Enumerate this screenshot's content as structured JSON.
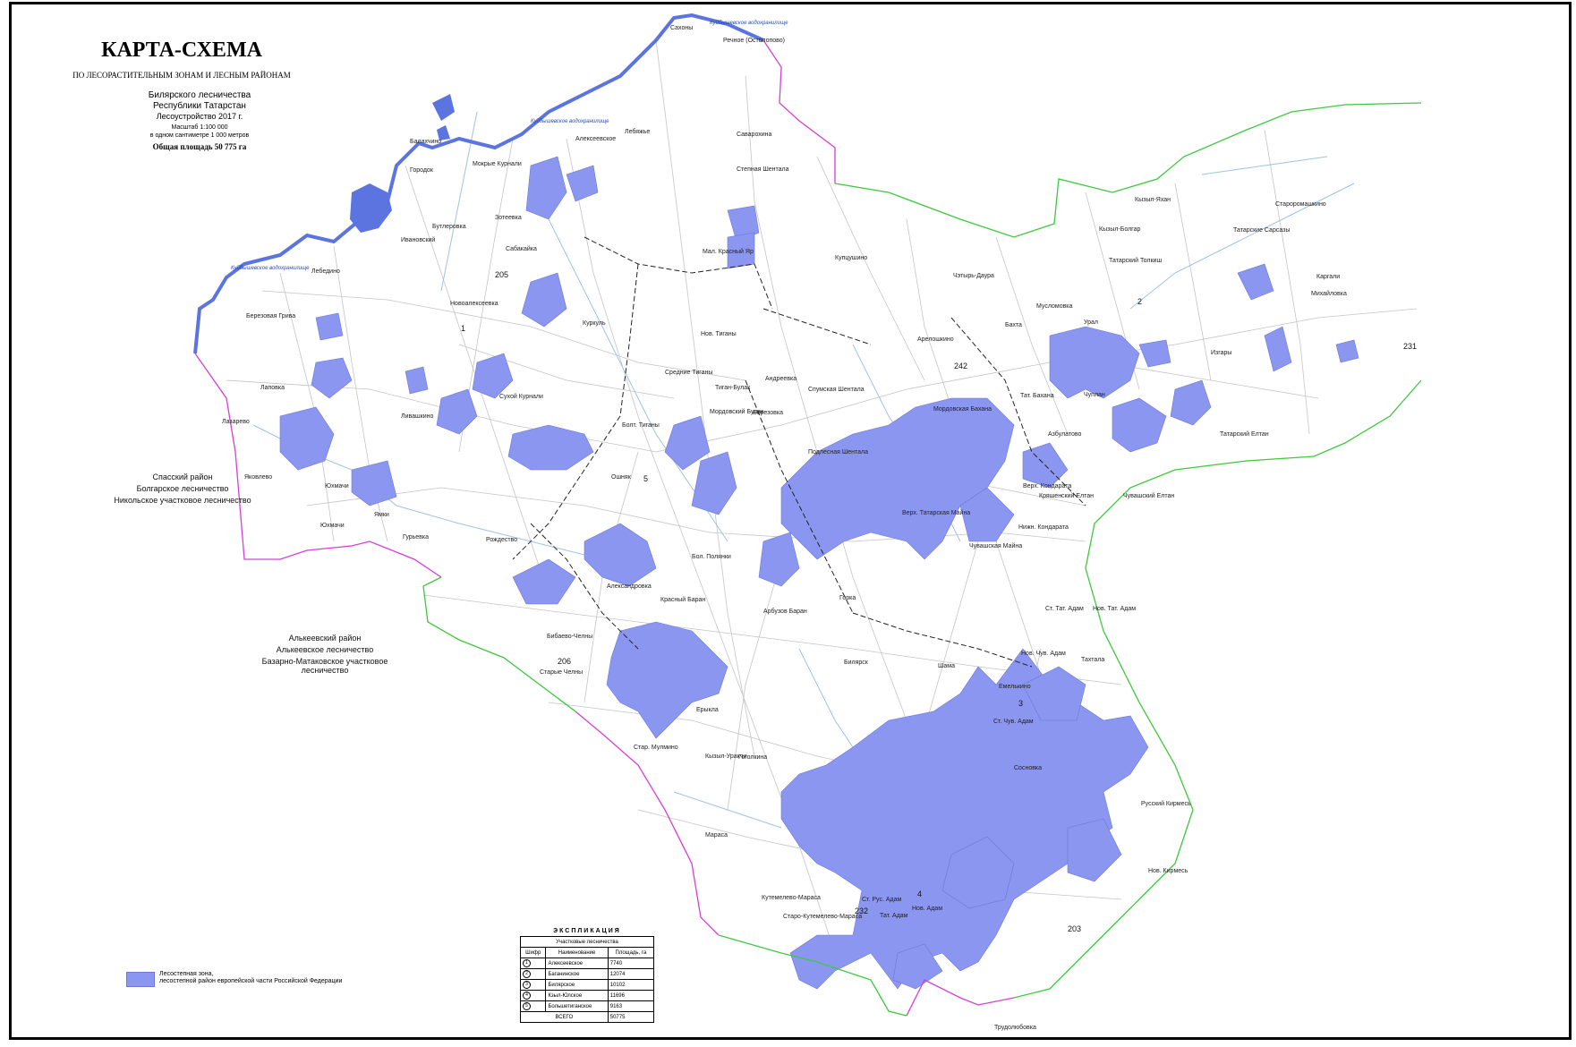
{
  "header": {
    "title": "КАРТА-СХЕМА",
    "subtitle": "ПО ЛЕСОРАСТИТЕЛЬНЫМ ЗОНАМ И ЛЕСНЫМ РАЙОНАМ",
    "forestry_line1": "Билярского лесничества",
    "forestry_line2": "Республики Татарстан",
    "survey": "Лесоустройство 2017 г.",
    "scale": "Масштаб 1:100 000",
    "scale_note": "в одном сантиметре 1 000 метров",
    "total_area": "Общая площадь 50 775 га"
  },
  "neighbors": {
    "spassky": {
      "line1": "Спасский район",
      "line2": "Болгарское лесничество",
      "line3": "Никольское участковое лесничество"
    },
    "alkeevsky": {
      "line1": "Алькеевский район",
      "line2": "Алькеевское лесничество",
      "line3": "Базарно-Матаковское участковое лесничество"
    }
  },
  "water_labels": [
    "Куйбышевское водохранилище",
    "Куйбышевское водохранилище",
    "Куйбышевское водохранилище"
  ],
  "places": [
    "Сахоны",
    "Речное (Остолопово)",
    "Лебяжье",
    "Алексеевское",
    "Саварохина",
    "Мокрые Курнали",
    "Балахчино",
    "Городок",
    "Степная Шентала",
    "Зотеевка",
    "Бутлеровка",
    "Сабакайка",
    "Ивановский",
    "Мал. Красный Яр",
    "Лебедино",
    "Купцушино",
    "Березовая Грива",
    "Новоалексеевка",
    "Куркуль",
    "Кызыл-Яхан",
    "Староромашкино",
    "Кызыл-Болгар",
    "Татарские Сарсазы",
    "Татарский Толкиш",
    "Каргали",
    "Михайловка",
    "Чэтырь-Даура",
    "Мусломовка",
    "Урал",
    "Бахта",
    "Арелошкино",
    "Нов. Тиганы",
    "Средние Тиганы",
    "Тиган-Булак",
    "Андреевка",
    "Сухой Курнали",
    "Лаповка",
    "Ливашкино",
    "Мордовский Булак",
    "Березовка",
    "Спумская Шентала",
    "Мордовская Бахана",
    "Тат. Бахана",
    "Изгары",
    "Чуплан",
    "Азбулатово",
    "Татарский Елтан",
    "Лазарево",
    "Болт. Тиганы",
    "Подлесная Шентала",
    "Яковлево",
    "Ошняк",
    "Верх. Кондарата",
    "Кряшенский Елтан",
    "Чувашский Елтан",
    "Юхмачи",
    "Ямки",
    "Юхмачи",
    "Верх. Татарская Майна",
    "Нижн. Кондарата",
    "Гурьевка",
    "Рождество",
    "Чувашская Майна",
    "Бол. Полянки",
    "Александровка",
    "Красный Баран",
    "Арбузов Баран",
    "Горка",
    "Ст. Тат. Адам",
    "Нов. Тат. Адам",
    "Бибаево-Челны",
    "Билярск",
    "Шама",
    "Нов. Чув. Адам",
    "Тахтала",
    "Старые Челны",
    "Емелькино",
    "Ерыкла",
    "Ст. Чув. Адам",
    "Стар. Мулмино",
    "Кызыл-Уракчи",
    "Гоголкина",
    "Сосновка",
    "Русский Кирмесь",
    "Мараса",
    "Нов. Кирмесь",
    "Кутемелево-Мараса",
    "Ст. Рус. Адам",
    "Тат. Адам",
    "Нов. Адам",
    "Старо-Кутемелево-Мараса",
    "Трудолюбовка"
  ],
  "quarters": [
    "1",
    "2",
    "3",
    "4",
    "5",
    "205",
    "206",
    "231",
    "232",
    "242",
    "203"
  ],
  "explication": {
    "caption": "ЭКСПЛИКАЦИЯ",
    "header": "Участковые лесничества",
    "col_num": "Шифр",
    "col_name": "Наименование",
    "col_area": "Площадь, га",
    "rows": [
      {
        "num": "1",
        "name": "Алексеевское",
        "area": "7740"
      },
      {
        "num": "2",
        "name": "Баганинское",
        "area": "12074"
      },
      {
        "num": "3",
        "name": "Билярское",
        "area": "10102"
      },
      {
        "num": "4",
        "name": "Кзыл-Юлское",
        "area": "11696"
      },
      {
        "num": "5",
        "name": "Большетиганское",
        "area": "9163"
      }
    ],
    "total_label": "ВСЕГО",
    "total_area": "50775"
  },
  "legend": {
    "line1": "Лесостепная зона,",
    "line2": "лесостепной район европейской части Российской Федерации"
  },
  "colors": {
    "forest": "#8b96f0",
    "forest_stroke": "#6c78d8",
    "water": "#5b74e0",
    "boundary_pink": "#d63fd6",
    "boundary_green": "#3fc83f",
    "boundary_internal": "#222222",
    "roads": "#bdbdbd",
    "rivers": "#9ec2e6"
  }
}
